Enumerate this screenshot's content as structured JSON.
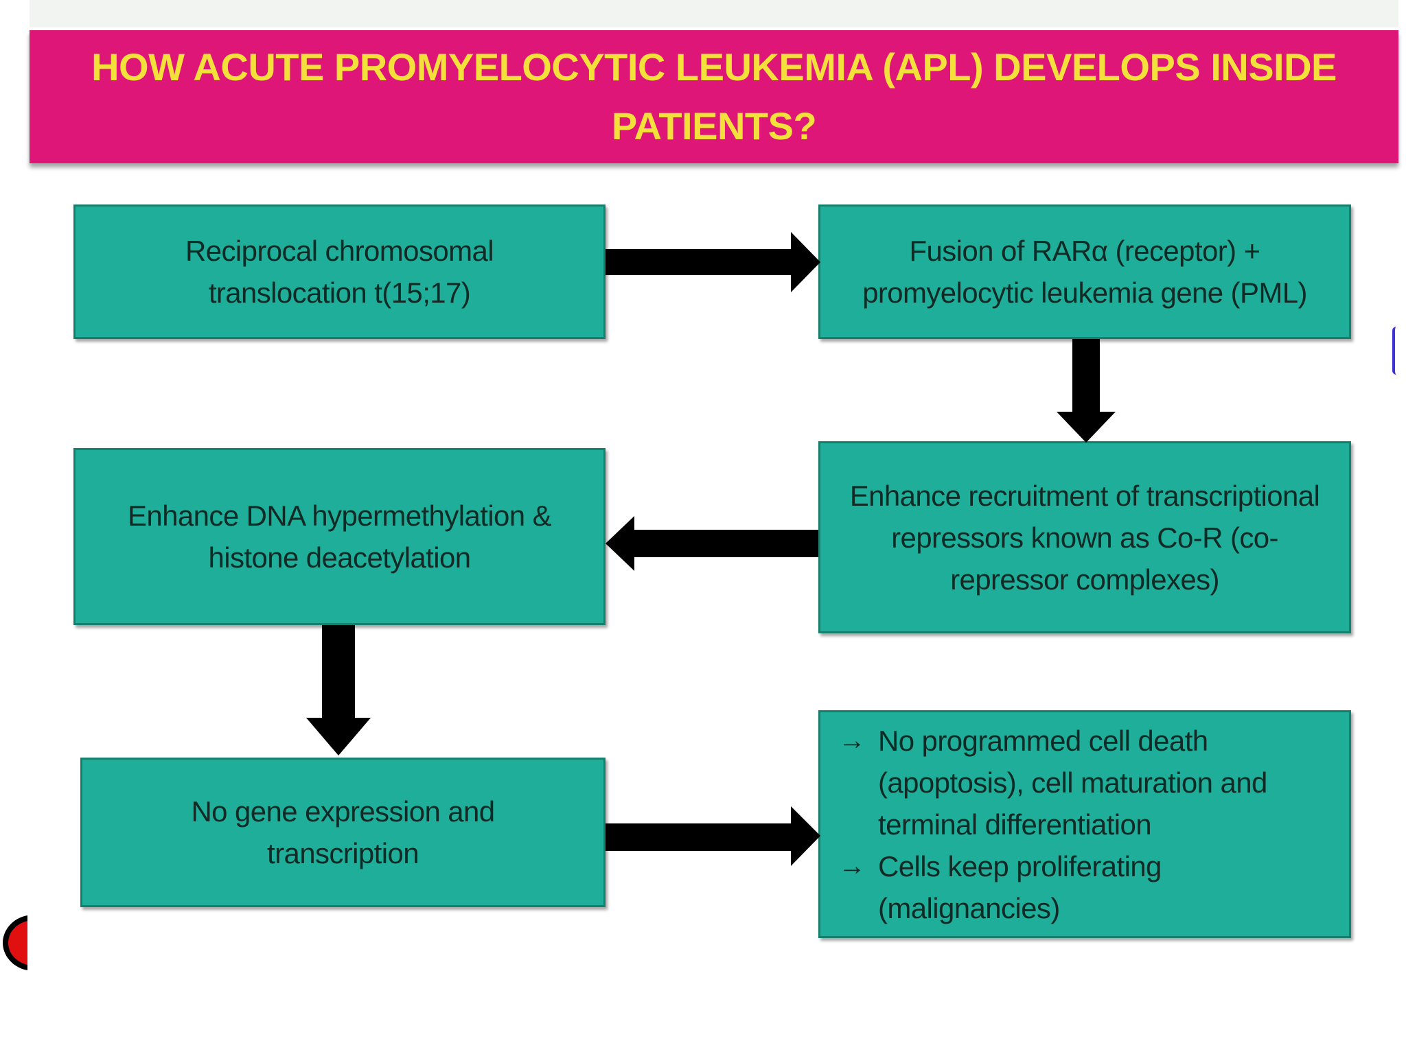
{
  "header": {
    "title": "HOW ACUTE PROMYELOCYTIC LEUKEMIA (APL) DEVELOPS INSIDE PATIENTS?"
  },
  "steps": {
    "translocation": "Reciprocal chromosomal translocation t(15;17)",
    "fusion": "Fusion of RARα (receptor) + promyelocytic leukemia gene (PML)",
    "recruitment": "Enhance recruitment of transcriptional repressors known as Co-R (co-repressor complexes)",
    "methylation": "Enhance DNA hypermethylation & histone deacetylation",
    "no_expression": "No gene expression and transcription",
    "outcomes": [
      "No programmed cell death (apoptosis), cell maturation and terminal differentiation",
      "Cells keep proliferating (malignancies)"
    ]
  },
  "icons": {
    "bullet": "right-arrow-icon",
    "connector": "arrow-icon"
  },
  "colors": {
    "banner_bg": "#de1678",
    "banner_text": "#f3e03a",
    "box_fill": "#1fae99",
    "box_border": "#16806f",
    "arrow": "#000000"
  }
}
